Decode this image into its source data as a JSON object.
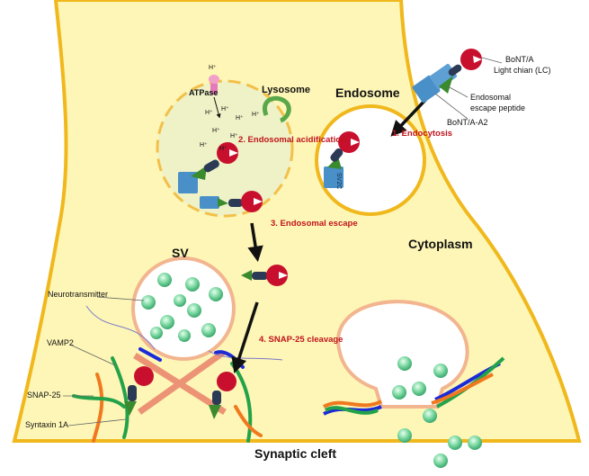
{
  "regions": {
    "lysosome": "Lysosome",
    "endosome": "Endosome",
    "sv": "SV",
    "cytoplasm": "Cytoplasm",
    "synaptic_cleft": "Synaptic cleft"
  },
  "molecules": {
    "atpase": "ATPase",
    "proton": "H⁺",
    "sv2c": "SV2C",
    "bont_line1": "BoNT/A",
    "bont_line2": "Light chian (LC)",
    "escape_line1": "Endosomal",
    "escape_line2": "escape peptide",
    "bont_a2": "BoNT/A-A2",
    "neurotransmitter": "Neurotransmitter",
    "vamp2": "VAMP2",
    "snap25": "SNAP-25",
    "syntaxin": "Syntaxin 1A"
  },
  "steps": [
    "1. Endocytosis",
    "2. Endosomal acidification",
    "3. Endosomal escape",
    "4. SNAP-25 cleavage"
  ],
  "colors": {
    "cytoplasm": "#fef6b6",
    "membrane": "#f0b81c",
    "lysosome_fill": "#eef2c6",
    "sv_outline": "#f2b58f",
    "receptor": "#4a90c8",
    "peptide": "#3a8a2e",
    "light_chain": "#c8102e",
    "linker": "#2b3a55",
    "vesicle_dot": "#5cc489",
    "step_text": "#c0141c"
  }
}
